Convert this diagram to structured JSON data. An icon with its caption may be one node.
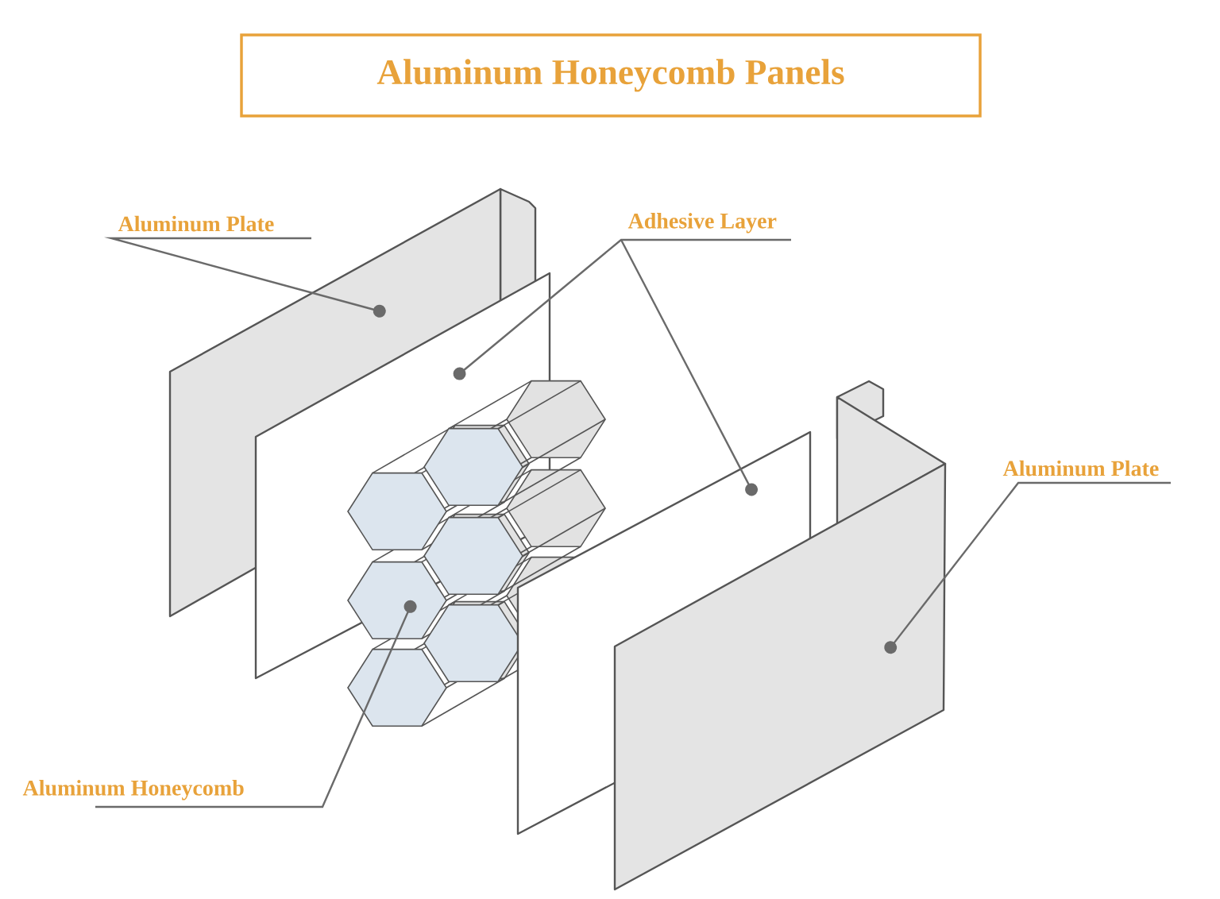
{
  "diagram": {
    "title": "Aluminum Honeycomb Panels",
    "nodes": [
      {
        "text": [
          "Aluminum Plate"
        ]
      },
      {
        "text": [
          "Adhesive Layer"
        ]
      },
      {
        "text": [
          "Aluminum Plate"
        ]
      },
      {
        "text": [
          "Aluminum Honeycomb"
        ]
      },
      {
        "text": [],
        "shape": "box"
      },
      {
        "text": [],
        "shape": "box"
      },
      {
        "text": [],
        "shape": "picture"
      },
      {
        "text": [],
        "shape": "box"
      },
      {
        "text": [],
        "shape": "box"
      }
    ],
    "edges": [
      {
        "from": 0,
        "to": 4,
        "arrow": "other"
      },
      {
        "from": 1,
        "to": 5,
        "arrow": "other"
      },
      {
        "from": 1,
        "to": 7,
        "arrow": "other"
      },
      {
        "from": 2,
        "to": 8,
        "arrow": "other"
      },
      {
        "from": 3,
        "to": 6,
        "arrow": "other"
      }
    ]
  }
}
